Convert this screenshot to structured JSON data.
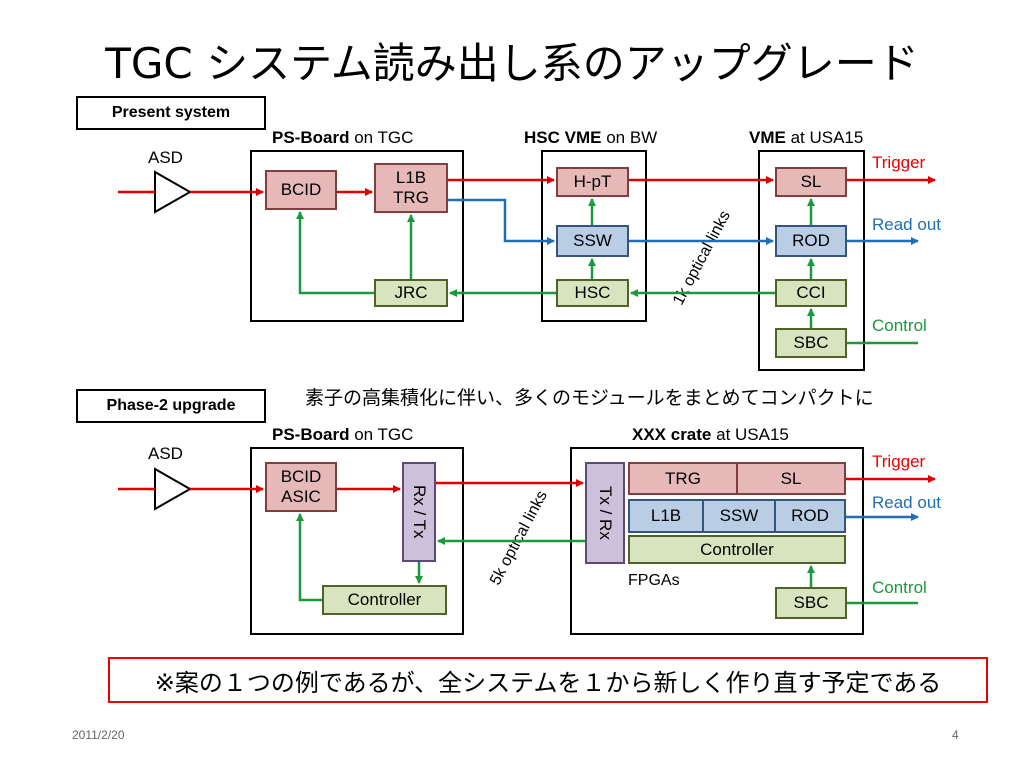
{
  "title": "TGC システム読み出し系のアップグレード",
  "present": {
    "label": "Present system",
    "asd": "ASD",
    "ps_board": {
      "name": "PS-Board",
      "loc": "on TGC"
    },
    "hsc_vme": {
      "name": "HSC VME",
      "loc": "on BW"
    },
    "vme": {
      "name": "VME",
      "loc": "at USA15"
    },
    "modules": {
      "bcid": "BCID",
      "l1b": "L1B",
      "trg": "TRG",
      "jrc": "JRC",
      "hpt": "H-pT",
      "ssw": "SSW",
      "hsc": "HSC",
      "sl": "SL",
      "rod": "ROD",
      "cci": "CCI",
      "sbc": "SBC"
    },
    "links": "1k optical links",
    "signals": {
      "trigger": "Trigger",
      "readout": "Read out",
      "control": "Control"
    }
  },
  "phase2": {
    "label": "Phase-2 upgrade",
    "note": "素子の高集積化に伴い、多くのモジュールをまとめてコンパクトに",
    "asd": "ASD",
    "ps_board": {
      "name": "PS-Board",
      "loc": "on TGC"
    },
    "crate": {
      "name": "XXX crate",
      "loc": "at USA15"
    },
    "modules": {
      "bcid": "BCID",
      "asic": "ASIC",
      "rxtx": "Rx / Tx",
      "controller_left": "Controller",
      "txrx": "Tx / Rx",
      "trg": "TRG",
      "sl": "SL",
      "l1b": "L1B",
      "ssw": "SSW",
      "rod": "ROD",
      "controller_right": "Controller",
      "sbc": "SBC"
    },
    "fpgas": "FPGAs",
    "links": "5k optical links",
    "signals": {
      "trigger": "Trigger",
      "readout": "Read out",
      "control": "Control"
    }
  },
  "footer_note": "※案の１つの例であるが、全システムを１から新しく作り直す予定である",
  "date": "2011/2/20",
  "page_number": "4",
  "colors": {
    "trigger": "#e00000",
    "readout": "#1f6fb5",
    "control": "#1a9a3a"
  }
}
